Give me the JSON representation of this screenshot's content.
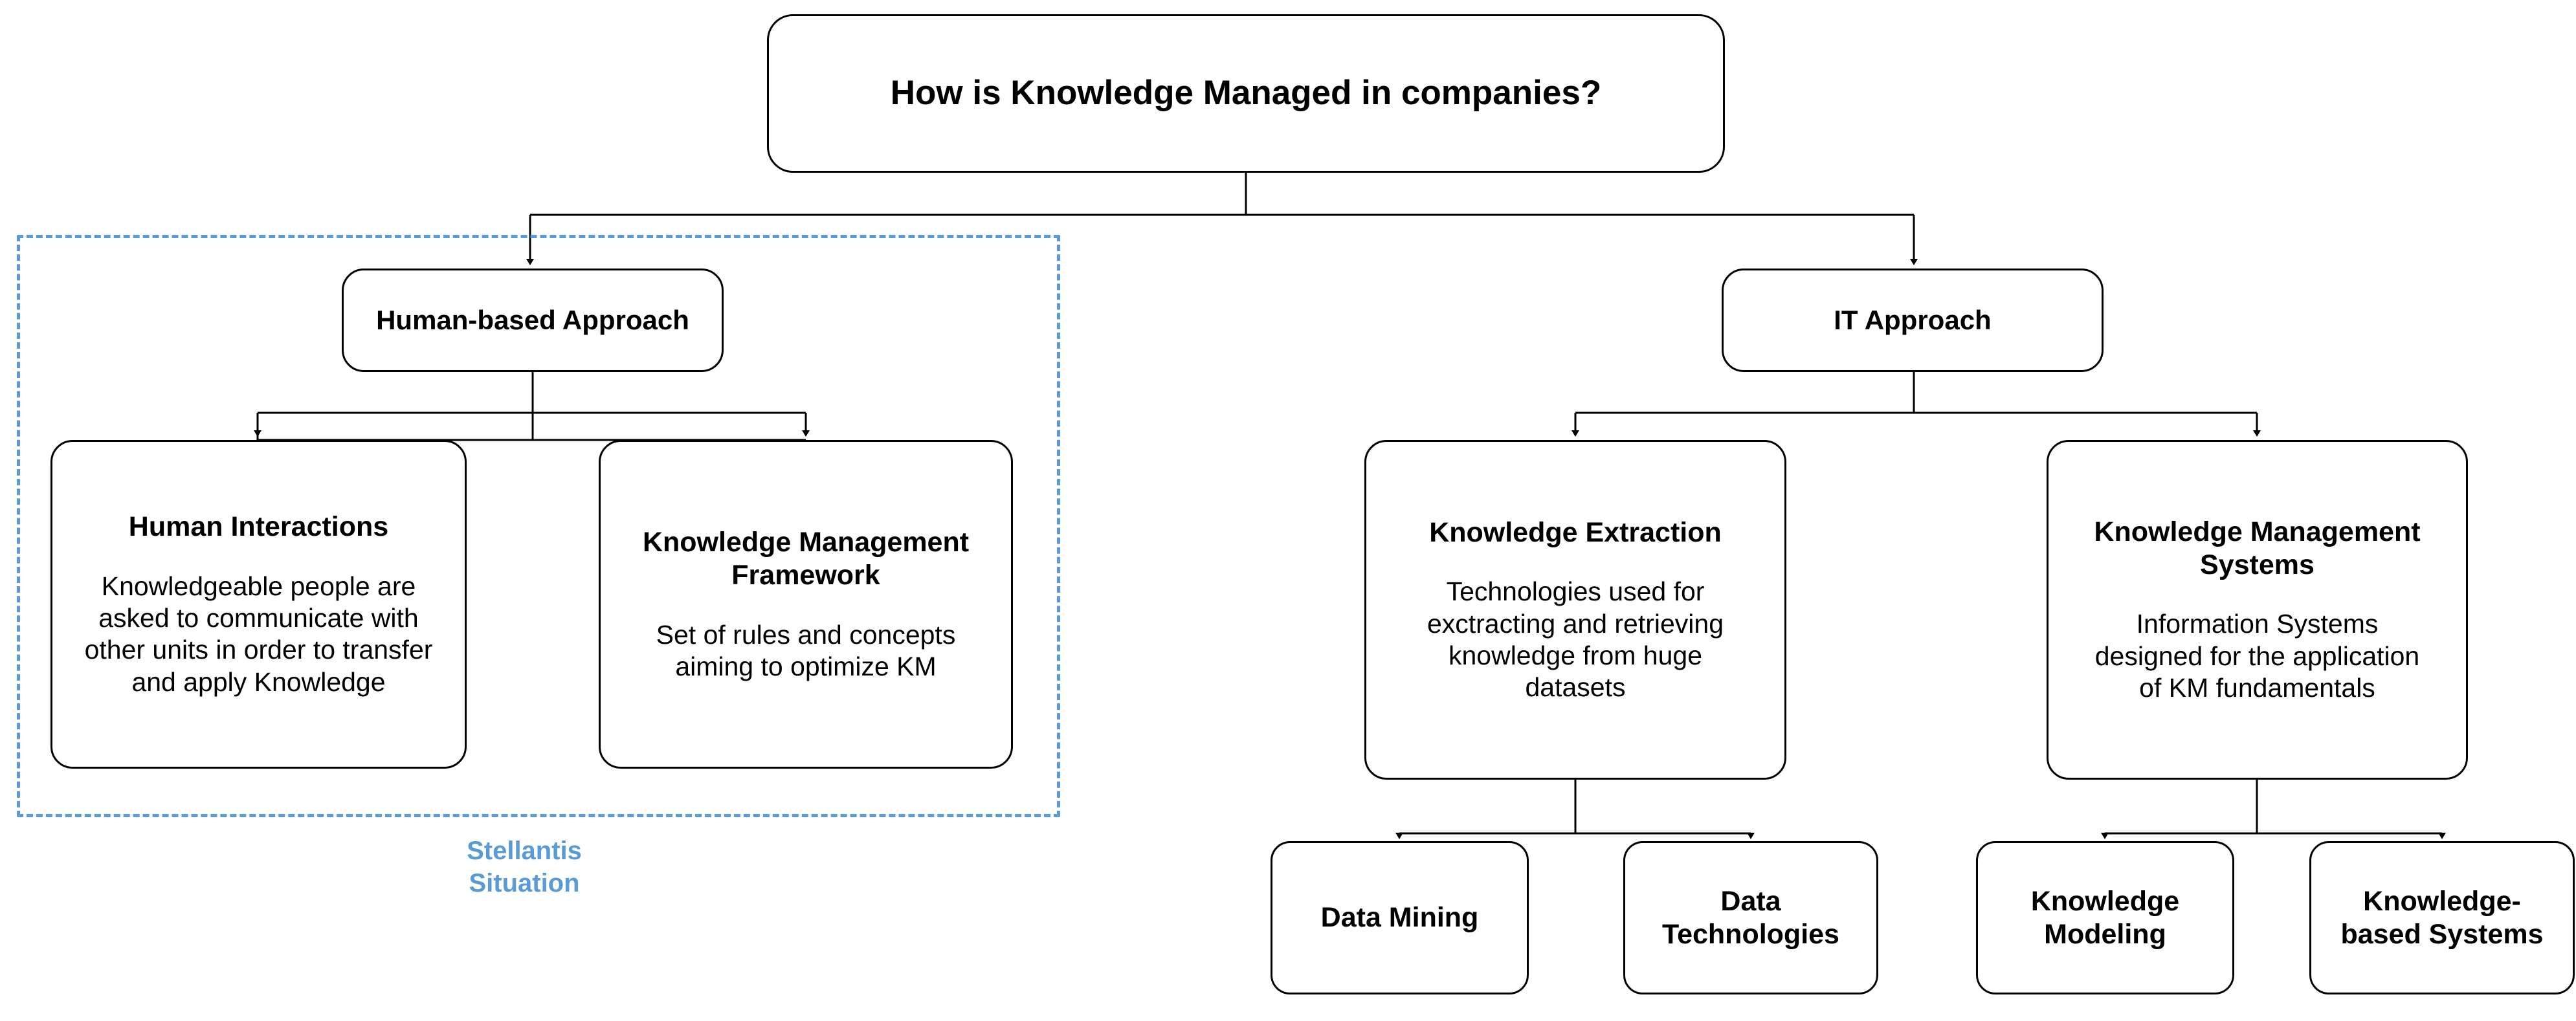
{
  "diagram": {
    "root": {
      "title": "How is Knowledge Managed in companies?"
    },
    "branches": [
      {
        "title": "Human-based Approach"
      },
      {
        "title": "IT Approach"
      }
    ],
    "human_children": [
      {
        "title": "Human Interactions",
        "description": "Knowledgeable people are\nasked to communicate with\nother units in order to transfer\nand apply Knowledge"
      },
      {
        "title": "Knowledge Management\nFramework",
        "description": "Set of rules and concepts\naiming to optimize KM"
      }
    ],
    "it_children": [
      {
        "title": "Knowledge Extraction",
        "description": "Technologies used for\nexctracting and retrieving\nknowledge from huge\ndatasets"
      },
      {
        "title": "Knowledge Management\nSystems",
        "description": "Information Systems\ndesigned for the application\nof KM fundamentals"
      }
    ],
    "leaves": [
      {
        "title": "Data Mining"
      },
      {
        "title": "Data\nTechnologies"
      },
      {
        "title": "Knowledge\nModeling"
      },
      {
        "title": "Knowledge-\nbased Systems"
      }
    ],
    "annotation": {
      "label": "Stellantis\nSituation"
    },
    "colors": {
      "highlight": "#5b9bd5",
      "node_border": "#000000",
      "node_fill": "#ffffff",
      "text": "#000000"
    }
  }
}
